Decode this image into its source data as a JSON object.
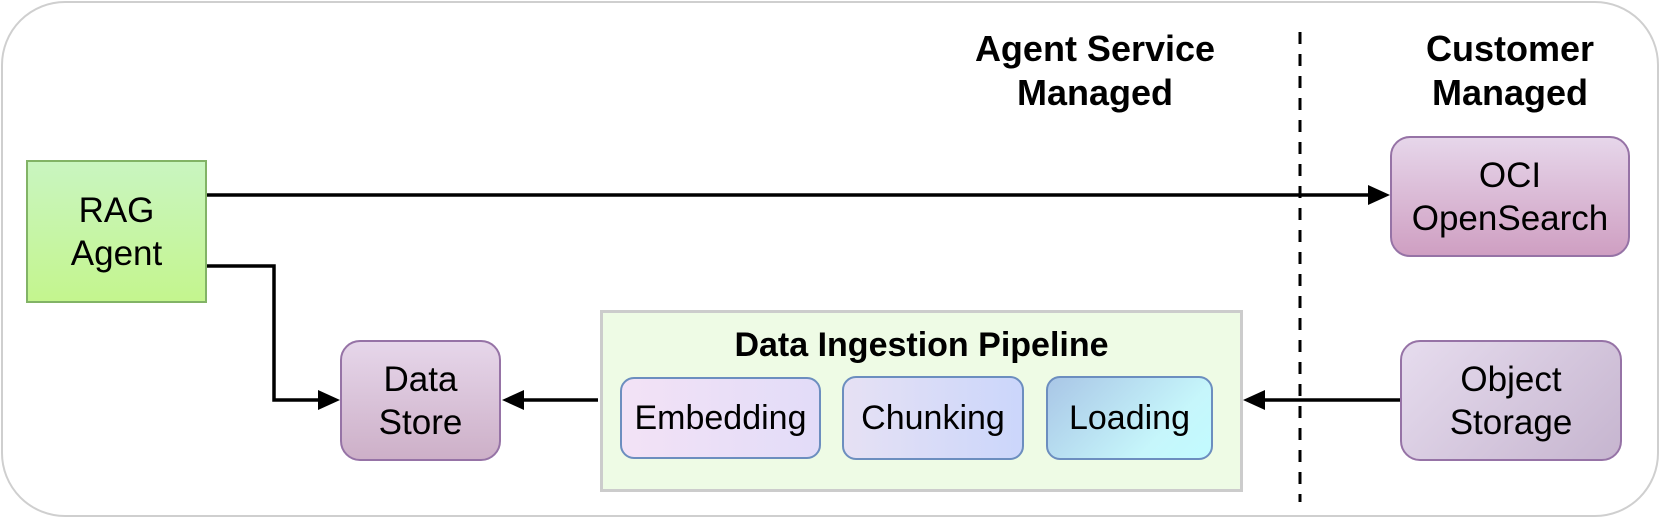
{
  "zones": {
    "agent_service_managed": "Agent Service\nManaged",
    "customer_managed": "Customer\nManaged"
  },
  "nodes": {
    "rag_agent": [
      "RAG",
      "Agent"
    ],
    "oci_opensearch": [
      "OCI",
      "OpenSearch"
    ],
    "data_store": [
      "Data",
      "Store"
    ],
    "object_storage": [
      "Object",
      "Storage"
    ]
  },
  "pipeline": {
    "title": "Data Ingestion Pipeline",
    "steps": [
      "Embedding",
      "Chunking",
      "Loading"
    ]
  },
  "colors": {
    "agent_fill": "#c4f58e",
    "agent_border": "#82b366",
    "purple_border": "#9673a6",
    "step_border": "#6c8ebf",
    "pipeline_fill": "#eefbe5"
  }
}
